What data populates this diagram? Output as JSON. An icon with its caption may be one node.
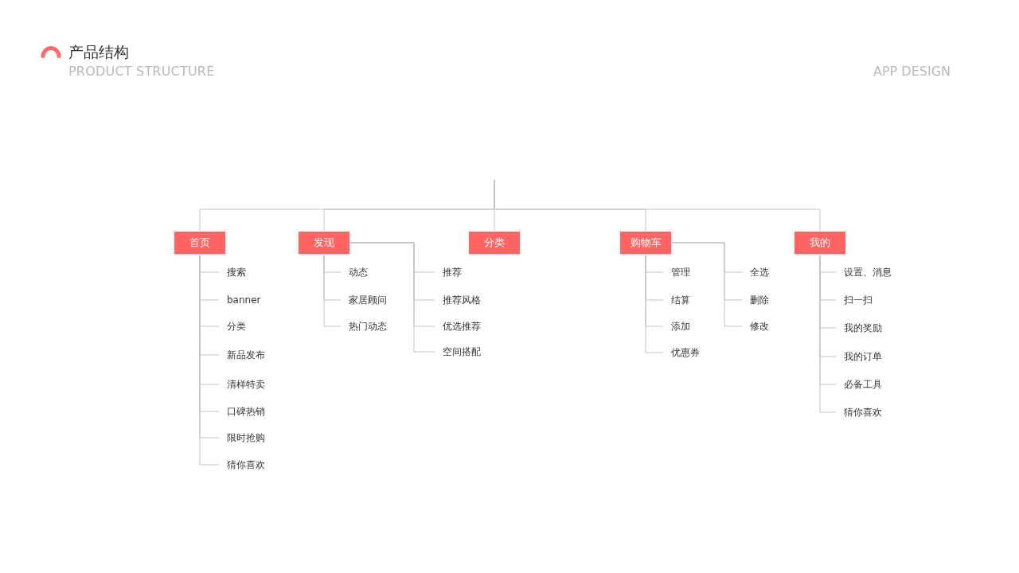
{
  "diagram": {
    "title": "产品结构",
    "nodes": [
      {
        "text": [
          "首页"
        ]
      },
      {
        "text": [
          "发现"
        ]
      },
      {
        "text": [
          "分类"
        ]
      },
      {
        "text": [
          "购物车"
        ]
      },
      {
        "text": [
          "我的"
        ]
      },
      {
        "text": [
          "搜索"
        ]
      },
      {
        "text": [
          "banner"
        ]
      },
      {
        "text": [
          "分类"
        ]
      },
      {
        "text": [
          "新品发布"
        ]
      },
      {
        "text": [
          "清样特卖"
        ]
      },
      {
        "text": [
          "口碑热销"
        ]
      },
      {
        "text": [
          "限时抢购"
        ]
      },
      {
        "text": [
          "猜你喜欢"
        ]
      },
      {
        "text": [
          "动态"
        ]
      },
      {
        "text": [
          "家居顾问"
        ]
      },
      {
        "text": [
          "热门动态"
        ]
      },
      {
        "text": [
          "推荐"
        ]
      },
      {
        "text": [
          "推荐风格"
        ]
      },
      {
        "text": [
          "优选推荐"
        ]
      },
      {
        "text": [
          "空间搭配"
        ]
      },
      {
        "text": [
          "管理"
        ]
      },
      {
        "text": [
          "结算"
        ]
      },
      {
        "text": [
          "添加"
        ]
      },
      {
        "text": [
          "优惠券"
        ]
      },
      {
        "text": [
          "全选"
        ]
      },
      {
        "text": [
          "删除"
        ]
      },
      {
        "text": [
          "修改"
        ]
      },
      {
        "text": [
          "设置、消息"
        ]
      },
      {
        "text": [
          "扫一扫"
        ]
      },
      {
        "text": [
          "我的奖励"
        ]
      },
      {
        "text": [
          "我的订单"
        ]
      },
      {
        "text": [
          "必备工具"
        ]
      },
      {
        "text": [
          "猜你喜欢"
        ]
      }
    ],
    "edges": [
      {
        "from": null,
        "to": 0,
        "arrow": "none"
      },
      {
        "from": null,
        "to": 1,
        "arrow": "none"
      },
      {
        "from": null,
        "to": 2,
        "arrow": "none"
      },
      {
        "from": null,
        "to": 3,
        "arrow": "none"
      },
      {
        "from": null,
        "to": 4,
        "arrow": "none"
      },
      {
        "from": 0,
        "to": 5,
        "arrow": "none"
      },
      {
        "from": 0,
        "to": 6,
        "arrow": "none"
      },
      {
        "from": 0,
        "to": 7,
        "arrow": "none"
      },
      {
        "from": 0,
        "to": 8,
        "arrow": "none"
      },
      {
        "from": 0,
        "to": 9,
        "arrow": "none"
      },
      {
        "from": 0,
        "to": 10,
        "arrow": "none"
      },
      {
        "from": 0,
        "to": 11,
        "arrow": "none"
      },
      {
        "from": 0,
        "to": 12,
        "arrow": "none"
      },
      {
        "from": 1,
        "to": 13,
        "arrow": "none"
      },
      {
        "from": 1,
        "to": 14,
        "arrow": "none"
      },
      {
        "from": 1,
        "to": 15,
        "arrow": "none"
      },
      {
        "from": 1,
        "to": 16,
        "arrow": "none"
      },
      {
        "from": 1,
        "to": 17,
        "arrow": "none"
      },
      {
        "from": 1,
        "to": 18,
        "arrow": "none"
      },
      {
        "from": 1,
        "to": 19,
        "arrow": "none"
      },
      {
        "from": 3,
        "to": 20,
        "arrow": "none"
      },
      {
        "from": 3,
        "to": 21,
        "arrow": "none"
      },
      {
        "from": 3,
        "to": 22,
        "arrow": "none"
      },
      {
        "from": 3,
        "to": 23,
        "arrow": "none"
      },
      {
        "from": 3,
        "to": 24,
        "arrow": "none"
      },
      {
        "from": 3,
        "to": 25,
        "arrow": "none"
      },
      {
        "from": 3,
        "to": 26,
        "arrow": "none"
      },
      {
        "from": 4,
        "to": 27,
        "arrow": "none"
      },
      {
        "from": 4,
        "to": 28,
        "arrow": "none"
      },
      {
        "from": 4,
        "to": 29,
        "arrow": "none"
      },
      {
        "from": 4,
        "to": 30,
        "arrow": "none"
      },
      {
        "from": 4,
        "to": 31,
        "arrow": "none"
      },
      {
        "from": 4,
        "to": 32,
        "arrow": "none"
      }
    ],
    "labels": [
      "PRODUCT STRUCTURE",
      "APP DESIGN"
    ]
  }
}
